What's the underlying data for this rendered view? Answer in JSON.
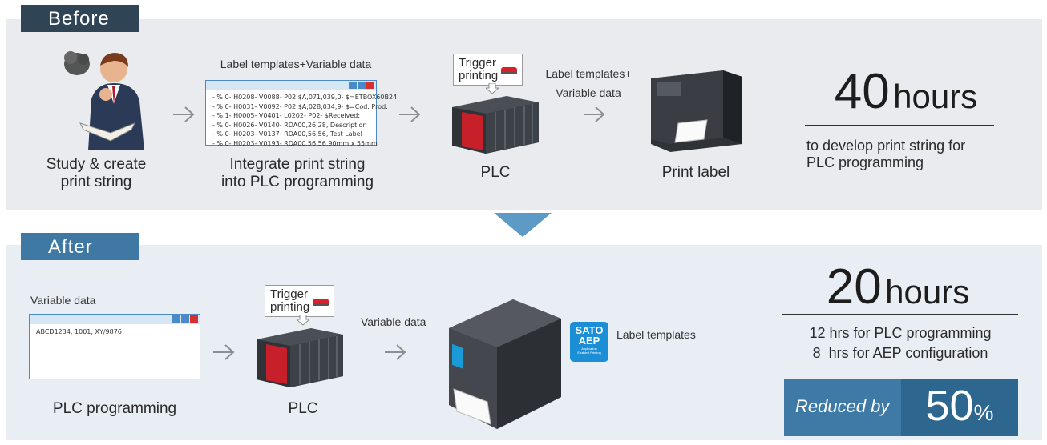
{
  "before": {
    "tab": "Before",
    "study_caption": "Study & create\nprint string",
    "templates_label": "Label templates+Variable data",
    "code_lines": [
      "- % 0- H0208- V0088- P02 $A,071,039,0- $=ETBOX60B24",
      "- % 0- H0031- V0092- P02 $A,028,034,9- $=Cod. Prod:",
      "- % 1- H0005- V0401- L0202- P02- $Received:",
      "- % 0- H0026- V0140- RDA00,26,28, Description",
      "- % 0- H0203- V0137- RDA00,56,56, Test Label",
      "- % 0- H0203- V0193- RDA00,56,56,90mm x 55mm"
    ],
    "integrate_caption": "Integrate print string\ninto PLC programming",
    "trigger": "Trigger\nprinting",
    "plc": "PLC",
    "templates_var": "Label templates+\nVariable data",
    "print_label": "Print label",
    "hours_value": "40",
    "hours_unit": "hours",
    "hours_desc": "to develop print string for\nPLC programming"
  },
  "after": {
    "tab": "After",
    "variable_data": "Variable data",
    "window_text": "ABCD1234, 1001, XY/9876",
    "plc_programming": "PLC programming",
    "trigger": "Trigger\nprinting",
    "plc": "PLC",
    "variable_data2": "Variable data",
    "sato_line1": "SATO",
    "sato_line2": "AEP",
    "sato_small": "Application\nEnabled Printing",
    "label_templates": "Label templates",
    "hours_value": "20",
    "hours_unit": "hours",
    "detail1": "12 hrs for PLC programming",
    "detail2": "8  hrs for AEP configuration",
    "reduced_by": "Reduced by",
    "percent_value": "50",
    "percent_unit": "%"
  },
  "colors": {
    "before_tab": "#2f4455",
    "after_tab": "#3f78a2",
    "down_arrow": "#5e9ac6",
    "plc_red": "#c8202a",
    "reduced_bg": "#3f7aa6"
  }
}
